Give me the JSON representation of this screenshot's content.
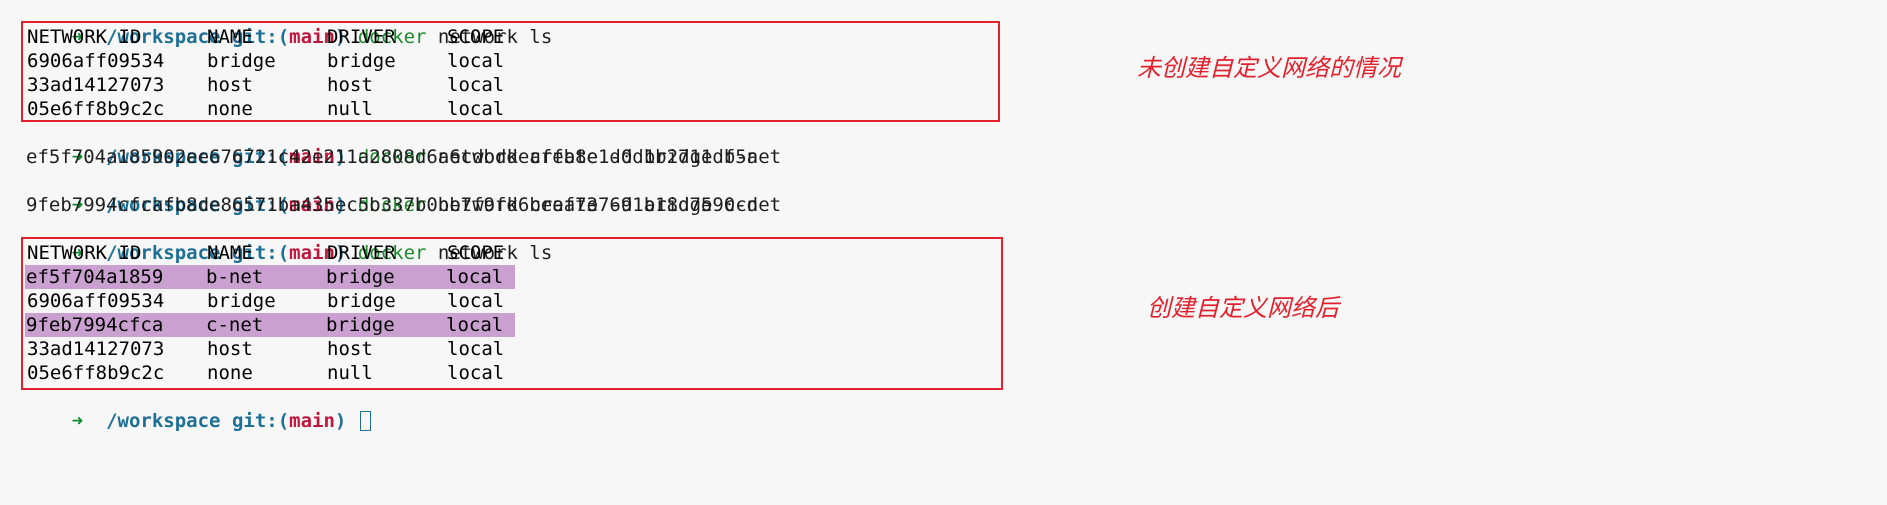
{
  "prompt": {
    "arrow": "➜",
    "path": "/workspace",
    "git_label": "git:(",
    "branch": "main",
    "git_close": ")"
  },
  "commands": [
    {
      "cmd": "docker",
      "args": "network ls"
    },
    {
      "cmd": "docker",
      "args": "network create -d bridge b-net"
    },
    {
      "cmd": "docker",
      "args": "network create -d bridge c-net"
    },
    {
      "cmd": "docker",
      "args": "network ls"
    }
  ],
  "outputs": {
    "b_net_id": "ef5f704a185902ee676721c42e211a2808d6a6cdbddeaffb8e1d0d1b2711df5a",
    "c_net_id": "9feb7994cfcafb8de86571ba435ec5b337b0bb7f9fd6beaf737691a18d7590cd"
  },
  "table_headers": [
    "NETWORK ID",
    "NAME",
    "DRIVER",
    "SCOPE"
  ],
  "table1_rows": [
    [
      "6906aff09534",
      "bridge",
      "bridge",
      "local"
    ],
    [
      "33ad14127073",
      "host",
      "host",
      "local"
    ],
    [
      "05e6ff8b9c2c",
      "none",
      "null",
      "local"
    ]
  ],
  "table2_rows": [
    [
      "ef5f704a1859",
      "b-net",
      "bridge",
      "local"
    ],
    [
      "6906aff09534",
      "bridge",
      "bridge",
      "local"
    ],
    [
      "9feb7994cfca",
      "c-net",
      "bridge",
      "local"
    ],
    [
      "33ad14127073",
      "host",
      "host",
      "local"
    ],
    [
      "05e6ff8b9c2c",
      "none",
      "null",
      "local"
    ]
  ],
  "annotations": {
    "before": "未创建自定义网络的情况",
    "after": "创建自定义网络后"
  },
  "colors": {
    "annotation": "#e3212d",
    "highlight": "#c9a0cf",
    "prompt_arrow": "#0c8a2e",
    "path": "#1d6f96",
    "branch": "#c0163b",
    "command": "#1e8a2c"
  }
}
